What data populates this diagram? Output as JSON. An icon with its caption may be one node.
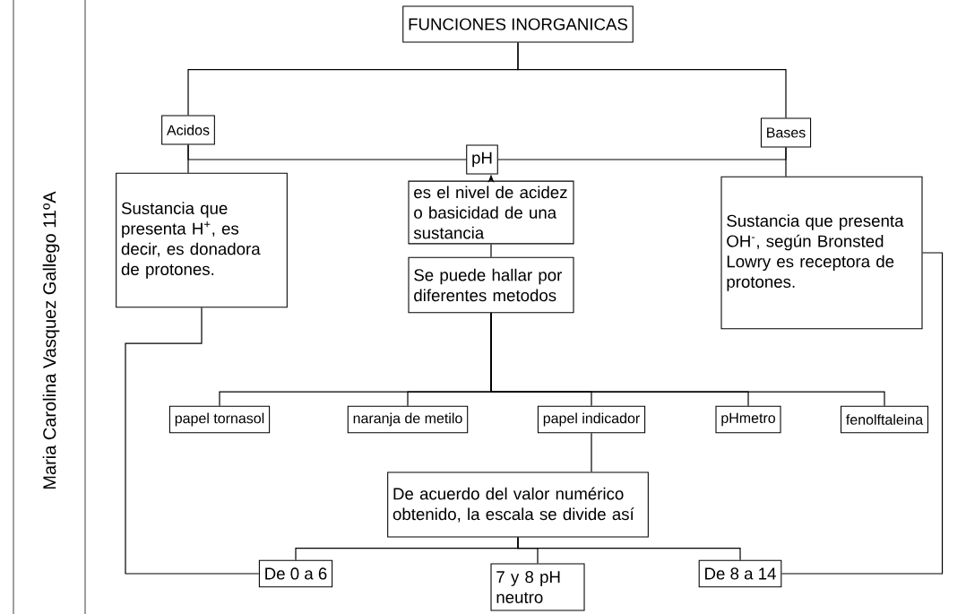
{
  "diagram": {
    "nodes": [
      {
        "text": [
          "FUNCIONES INORGANICAS"
        ]
      },
      {
        "text": [
          "Acidos"
        ]
      },
      {
        "text": [
          "Bases"
        ]
      },
      {
        "text": [
          "pH"
        ]
      },
      {
        "text": [
          "Sustancia que presenta H$^{+}$, es decir, es donadora de protones."
        ]
      },
      {
        "text": [
          "es el nivel de acidez o basicidad de una sustancia"
        ]
      },
      {
        "text": [
          "Sustancia que presenta OH$^{-}$, según Bronsted Lowry es receptora de protones."
        ]
      },
      {
        "text": [
          "Se puede hallar por diferentes metodos"
        ]
      },
      {
        "text": [
          "papel tornasol"
        ]
      },
      {
        "text": [
          "naranja de metilo"
        ]
      },
      {
        "text": [
          "papel indicador"
        ]
      },
      {
        "text": [
          "pHmetro"
        ]
      },
      {
        "text": [
          "fenolftaleina"
        ]
      },
      {
        "text": [
          "De acuerdo del valor numérico obtenido, la escala se divide así"
        ]
      },
      {
        "text": [
          "De 0 a 6"
        ]
      },
      {
        "text": [
          "7 y 8 pH neutro"
        ]
      },
      {
        "text": [
          "De 8 a 14"
        ]
      }
    ],
    "edges": [
      {
        "from": 0,
        "to": 1,
        "arrow": "none"
      },
      {
        "from": 0,
        "to": 2,
        "arrow": "none"
      },
      {
        "from": 1,
        "to": 3,
        "arrow": "none"
      },
      {
        "from": 3,
        "to": 2,
        "arrow": "none"
      },
      {
        "from": 1,
        "to": 4,
        "arrow": "none"
      },
      {
        "from": 2,
        "to": 6,
        "arrow": "none"
      },
      {
        "from": 5,
        "to": 3,
        "arrow": "to"
      },
      {
        "from": 5,
        "to": 7,
        "arrow": "none"
      },
      {
        "from": 7,
        "to": 8,
        "arrow": "none"
      },
      {
        "from": 7,
        "to": 9,
        "arrow": "none"
      },
      {
        "from": 7,
        "to": 10,
        "arrow": "none"
      },
      {
        "from": 7,
        "to": 11,
        "arrow": "none"
      },
      {
        "from": 7,
        "to": 12,
        "arrow": "none"
      },
      {
        "from": 10,
        "to": 13,
        "arrow": "none"
      },
      {
        "from": 13,
        "to": 14,
        "arrow": "none"
      },
      {
        "from": 13,
        "to": 15,
        "arrow": "none"
      },
      {
        "from": 13,
        "to": 16,
        "arrow": "none"
      },
      {
        "from": 4,
        "to": 14,
        "arrow": "none"
      },
      {
        "from": 6,
        "to": 16,
        "arrow": "none"
      }
    ],
    "labels": [
      "Maria Carolina Vasquez Gallego 11ºA"
    ]
  }
}
